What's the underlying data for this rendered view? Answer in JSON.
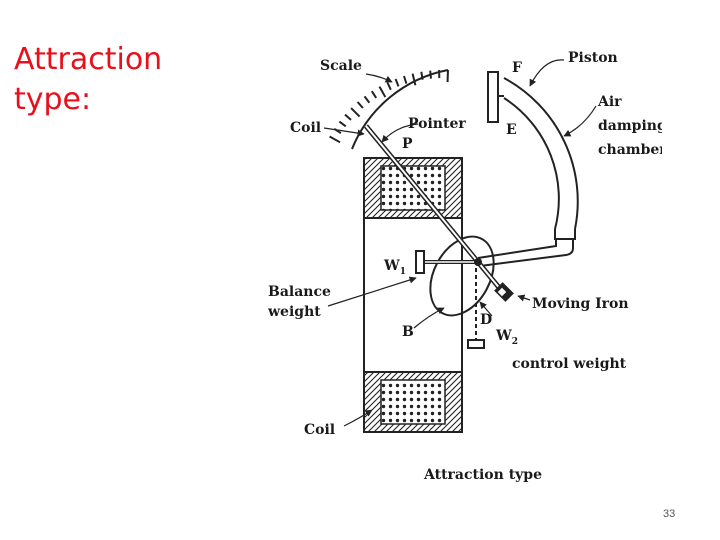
{
  "slide": {
    "title": "Attraction type:",
    "page_number": "33"
  },
  "diagram": {
    "labels": {
      "scale": "Scale",
      "piston": "Piston",
      "f": "F",
      "e": "E",
      "air": "Air",
      "damping": "damping",
      "chamber": "chamber",
      "coil_top": "Coil",
      "pointer": "Pointer",
      "p": "P",
      "w1": "W",
      "w1_sub": "1",
      "balance": "Balance",
      "weight": "weight",
      "b": "B",
      "d": "D",
      "moving_iron": "Moving Iron",
      "w2": "W",
      "w2_sub": "2",
      "control_weight": "control weight",
      "coil_bottom": "Coil",
      "caption": "Attraction type"
    }
  }
}
